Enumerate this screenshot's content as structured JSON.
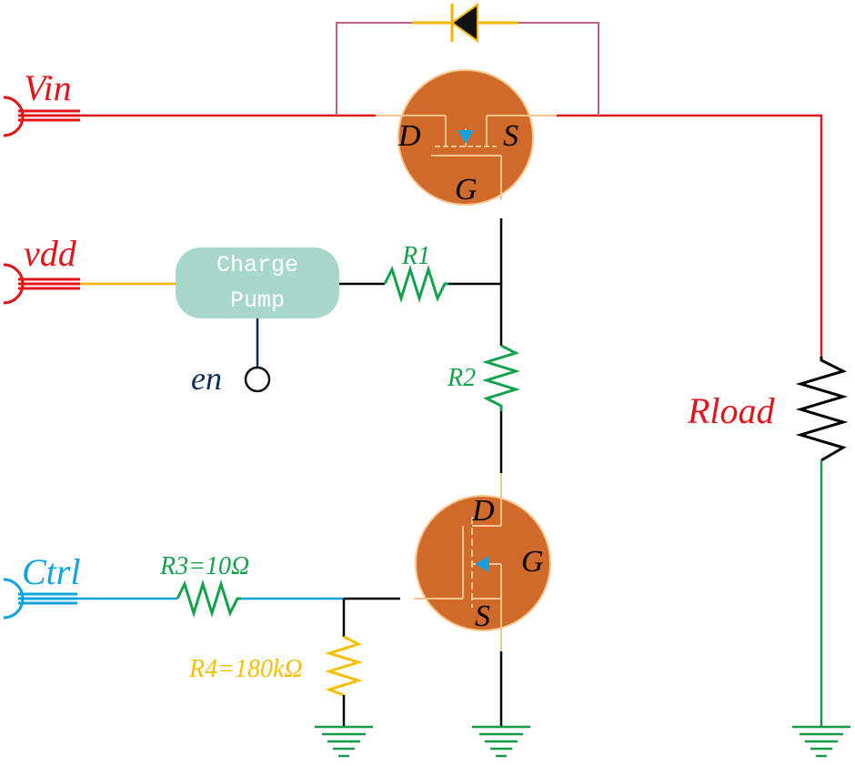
{
  "labels": {
    "vin": "Vin",
    "vdd": "vdd",
    "ctrl": "Ctrl",
    "en": "en",
    "rload": "Rload",
    "r1": "R1",
    "r2": "R2",
    "r3": "R3=10Ω",
    "r4": "R4=180kΩ",
    "charge_pump_line1": "Charge",
    "charge_pump_line2": "Pump",
    "q1_drain": "D",
    "q1_source": "S",
    "q1_gate": "G",
    "q2_drain": "D",
    "q2_gate": "G",
    "q2_source": "S"
  },
  "colors": {
    "vin_wire": "#e0161b",
    "vdd_wire": "#f5b400",
    "ctrl_wire": "#12a3dd",
    "ground_wire": "#159a49",
    "bypass_wire": "#c0608a",
    "signal_wire": "#000000",
    "en_wire": "#0f2a5e",
    "mosfet_body": "#d06a2a",
    "mosfet_outline": "#f8c58c",
    "charge_pump_fill": "#a8d8cb",
    "resistor_green": "#12a24b",
    "resistor_yellow": "#f5c000",
    "triangle_blue": "#1aa0de"
  }
}
